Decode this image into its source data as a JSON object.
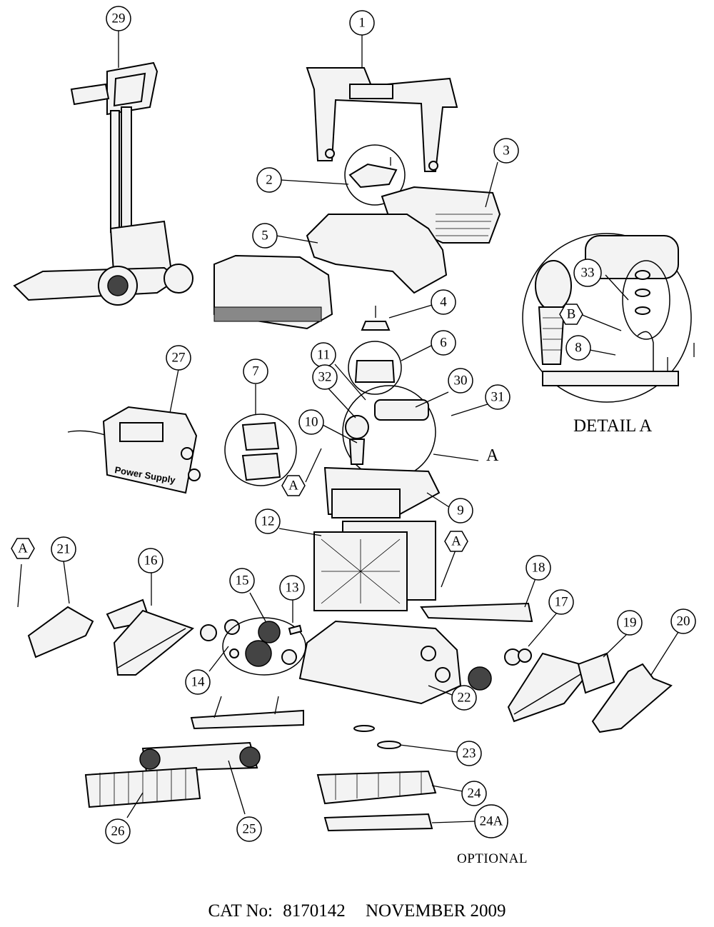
{
  "diagram": {
    "callouts": [
      {
        "label": "1"
      },
      {
        "label": "2"
      },
      {
        "label": "3"
      },
      {
        "label": "4"
      },
      {
        "label": "5"
      },
      {
        "label": "6"
      },
      {
        "label": "7"
      },
      {
        "label": "8"
      },
      {
        "label": "9"
      },
      {
        "label": "10"
      },
      {
        "label": "11"
      },
      {
        "label": "12"
      },
      {
        "label": "13"
      },
      {
        "label": "14"
      },
      {
        "label": "15"
      },
      {
        "label": "16"
      },
      {
        "label": "17"
      },
      {
        "label": "18"
      },
      {
        "label": "19"
      },
      {
        "label": "20"
      },
      {
        "label": "21"
      },
      {
        "label": "22"
      },
      {
        "label": "23"
      },
      {
        "label": "24"
      },
      {
        "label": "24A"
      },
      {
        "label": "25"
      },
      {
        "label": "26"
      },
      {
        "label": "27"
      },
      {
        "label": "29"
      },
      {
        "label": "30"
      },
      {
        "label": "31"
      },
      {
        "label": "32"
      },
      {
        "label": "33"
      }
    ],
    "hex_markers": {
      "a_label": "A",
      "b_label": "B"
    },
    "detail_ref_label": "A",
    "detail_title": "DETAIL A",
    "power_supply_text": "Power Supply",
    "optional_text": "OPTIONAL"
  },
  "footer": {
    "cat_prefix": "CAT No:",
    "cat_number": "8170142",
    "date": "NOVEMBER 2009"
  }
}
